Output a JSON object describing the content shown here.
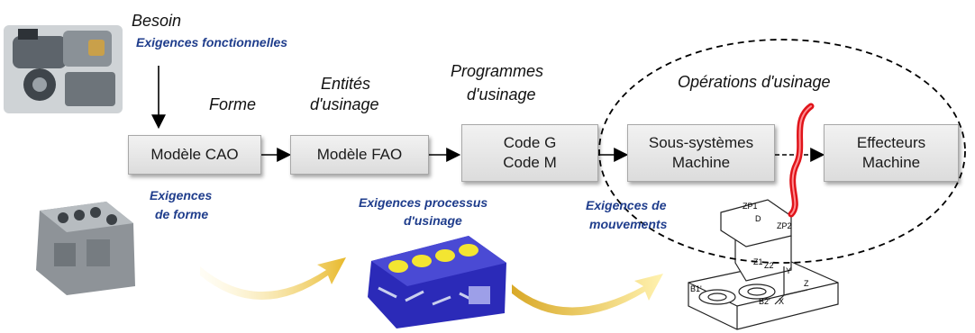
{
  "labels": {
    "besoin": "Besoin",
    "exigences_fonctionnelles": "Exigences  fonctionnelles",
    "forme": "Forme",
    "entites": "Entités",
    "dusinage": "d'usinage",
    "programmes": "Programmes",
    "dusinage2": "d'usinage",
    "operations": "Opérations d'usinage"
  },
  "boxes": {
    "cao": "Modèle CAO",
    "fao": "Modèle FAO",
    "code": "Code G\nCode M",
    "sous_systemes": "Sous-systèmes\nMachine",
    "effecteurs": "Effecteurs\nMachine"
  },
  "requirements": {
    "forme_l1": "Exigences",
    "forme_l2": "de forme",
    "processus_l1": "Exigences  processus",
    "processus_l2": "d'usinage",
    "mouvements_l1": "Exigences  de",
    "mouvements_l2": "mouvements"
  },
  "machine_labels": {
    "zp1": "ZP1",
    "zp2": "ZP2",
    "d": "D",
    "z1": "Z1",
    "z2": "Z2",
    "y": "Y",
    "x": "X",
    "z": "Z",
    "b1": "B1'",
    "b2": "B2'"
  },
  "colors": {
    "label_blue": "#1f3d8c",
    "box_fill": "#e6e6e6",
    "arrow_gold": "#d9b33a",
    "cut_red": "#e0141a"
  },
  "icons": [
    "engine-photo-icon",
    "engine-block-photo-icon",
    "engine-block-fea-icon",
    "machine-tool-schematic-icon"
  ]
}
